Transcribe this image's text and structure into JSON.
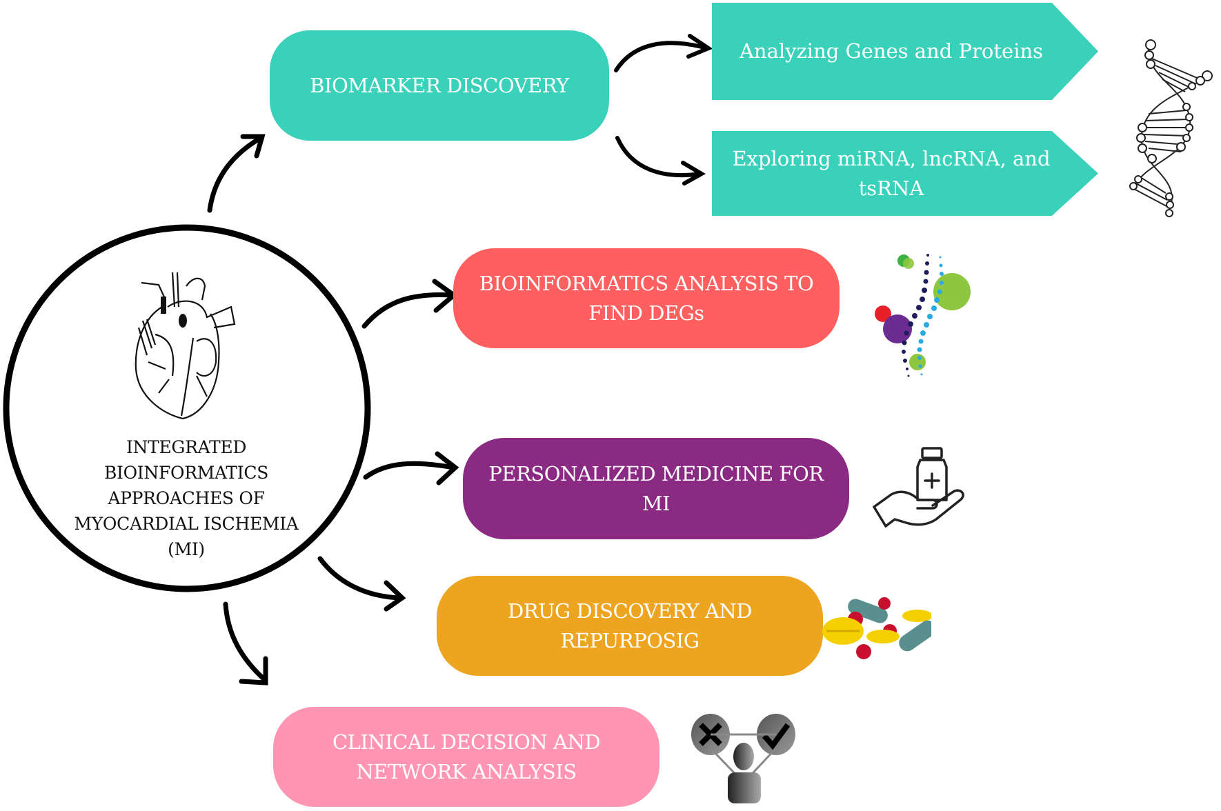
{
  "center": {
    "title_lines": [
      "INTEGRATED",
      "BIOINFORMATICS",
      "APPROACHES OF",
      "MYOCARDIAL ISCHEMIA",
      "(MI)"
    ],
    "icon": "anatomical-heart-icon"
  },
  "nodes": {
    "biomarker": {
      "label": "BIOMARKER DISCOVERY",
      "color": "#3AD1BA"
    },
    "genes": {
      "label": "Analyzing Genes and Proteins",
      "color": "#3AD1BA"
    },
    "rna": {
      "label_lines": [
        "Exploring miRNA, lncRNA, and",
        "tsRNA"
      ],
      "color": "#3AD1BA"
    },
    "degs": {
      "label_lines": [
        "BIOINFORMATICS ANALYSIS TO",
        "FIND DEGs"
      ],
      "color": "#FF5F5F"
    },
    "personalized": {
      "label_lines": [
        "PERSONALIZED MEDICINE  FOR",
        "MI"
      ],
      "color": "#8A2A82"
    },
    "drug": {
      "label_lines": [
        "DRUG DISCOVERY AND",
        "REPURPOSIG"
      ],
      "color": "#EDA521"
    },
    "clinical": {
      "label_lines": [
        "CLINICAL DECISION AND",
        "NETWORK ANALYSIS"
      ],
      "color": "#FF95B2"
    }
  },
  "icons": {
    "dna": "dna-helix-icon",
    "dots": "molecular-dots-icon",
    "medicine": "hand-holding-medicine-icon",
    "pills": "pills-capsules-icon",
    "decision": "decision-person-icon"
  }
}
